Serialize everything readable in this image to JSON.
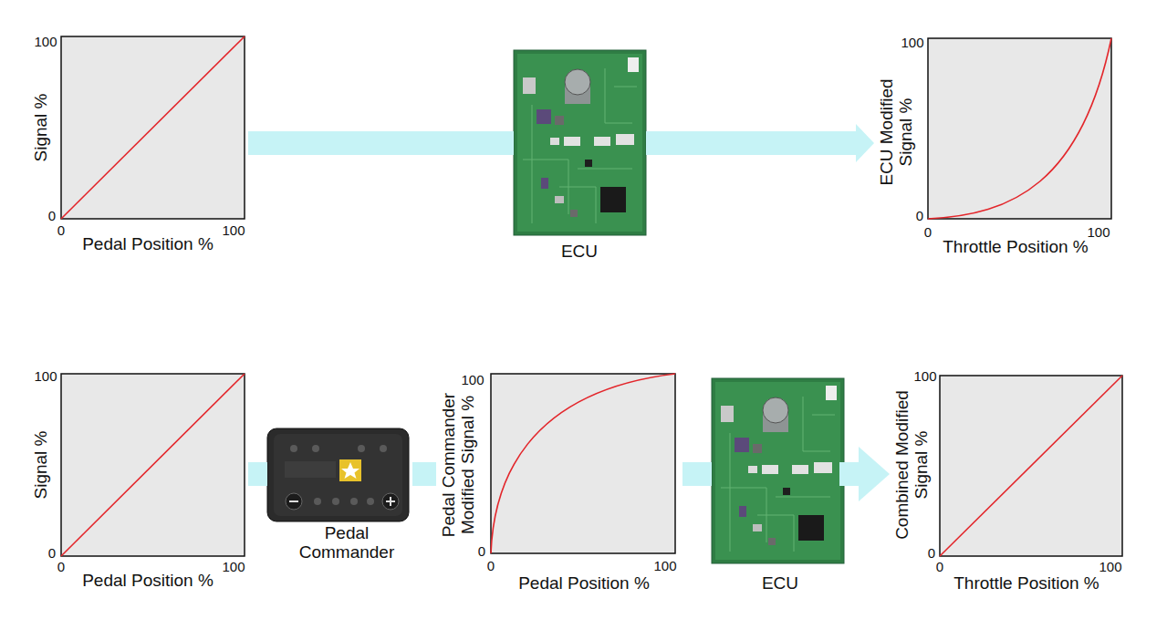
{
  "diagram": {
    "nodes": [
      {
        "text": [
          "100",
          "0",
          "0",
          "100",
          "Signal %",
          "Pedal Position %"
        ]
      },
      {
        "text": [
          "ECU"
        ]
      },
      {
        "text": [
          "100",
          "0",
          "0",
          "100",
          "ECU Modified Signal %",
          "Throttle Position %"
        ]
      },
      {
        "text": [
          "100",
          "0",
          "0",
          "100",
          "Signal %",
          "Pedal Position %"
        ]
      },
      {
        "text": [
          "Pedal Commander"
        ]
      },
      {
        "text": [
          "100",
          "0",
          "0",
          "100",
          "Pedal Commander Modified Signal %",
          "Pedal Position %"
        ]
      },
      {
        "text": [
          "ECU"
        ]
      },
      {
        "text": [
          "100",
          "0",
          "0",
          "100",
          "Combined Modified Signal %",
          "Throttle Position %"
        ]
      }
    ],
    "edges": [
      {
        "from": 0,
        "to": 1,
        "arrow": "none"
      },
      {
        "from": 1,
        "to": 2,
        "arrow": "to"
      },
      {
        "from": 3,
        "to": 4,
        "arrow": "none"
      },
      {
        "from": 4,
        "to": 5,
        "arrow": "none"
      },
      {
        "from": 5,
        "to": 6,
        "arrow": "none"
      },
      {
        "from": 6,
        "to": 7,
        "arrow": "to"
      }
    ]
  }
}
